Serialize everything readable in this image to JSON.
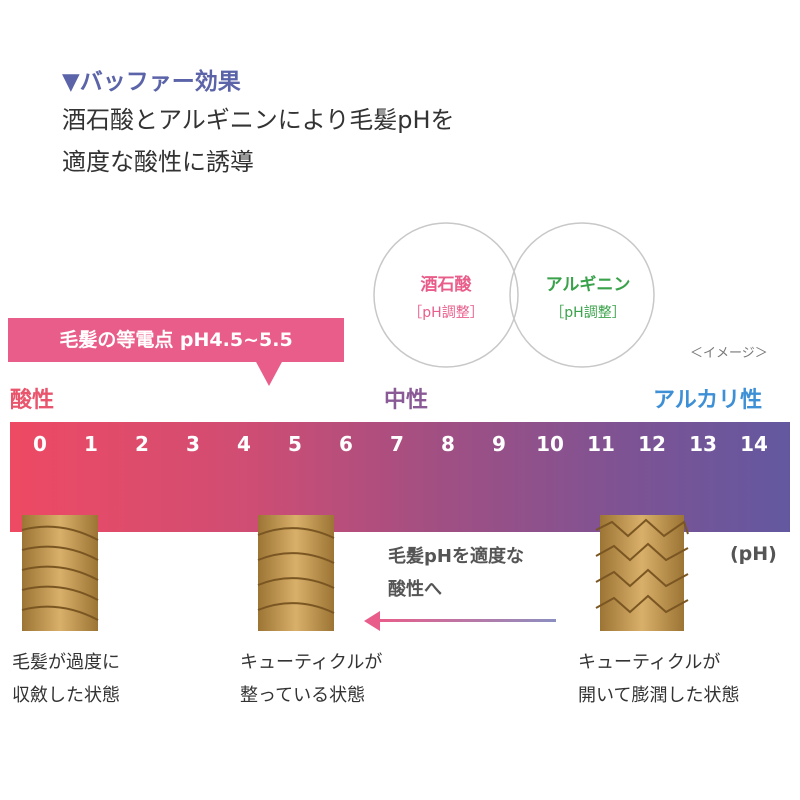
{
  "header": {
    "heading": "▼バッファー効果",
    "desc_line1": "酒石酸とアルギニンにより毛髪pHを",
    "desc_line2": "適度な酸性に誘導"
  },
  "circles": {
    "left_title": "酒石酸",
    "left_sub": "［pH調整］",
    "right_title": "アルギニン",
    "right_sub": "［pH調整］"
  },
  "image_note": "＜イメージ＞",
  "badge": "毛髪の等電点 pH4.5~5.5",
  "scale": {
    "acid": "酸性",
    "neutral": "中性",
    "alkaline": "アルカリ性",
    "ticks": [
      "0",
      "1",
      "2",
      "3",
      "4",
      "5",
      "6",
      "7",
      "8",
      "9",
      "10",
      "11",
      "12",
      "13",
      "14"
    ],
    "unit": "(pH)"
  },
  "middle_text": {
    "line1": "毛髪pHを適度な",
    "line2": "酸性へ"
  },
  "captions": {
    "left_line1": "毛髪が過度に",
    "left_line2": "収斂した状態",
    "center_line1": "キューティクルが",
    "center_line2": "整っている状態",
    "right_line1": "キューティクルが",
    "right_line2": "開いて膨潤した状態"
  },
  "colors": {
    "heading": "#5b64a8",
    "acid": "#e9556c",
    "neutral": "#8a5a96",
    "alkaline": "#3d8fd6",
    "left_circle_text": "#e95d8a",
    "right_circle_text": "#3aa24a",
    "badge": "#e95d8a"
  }
}
